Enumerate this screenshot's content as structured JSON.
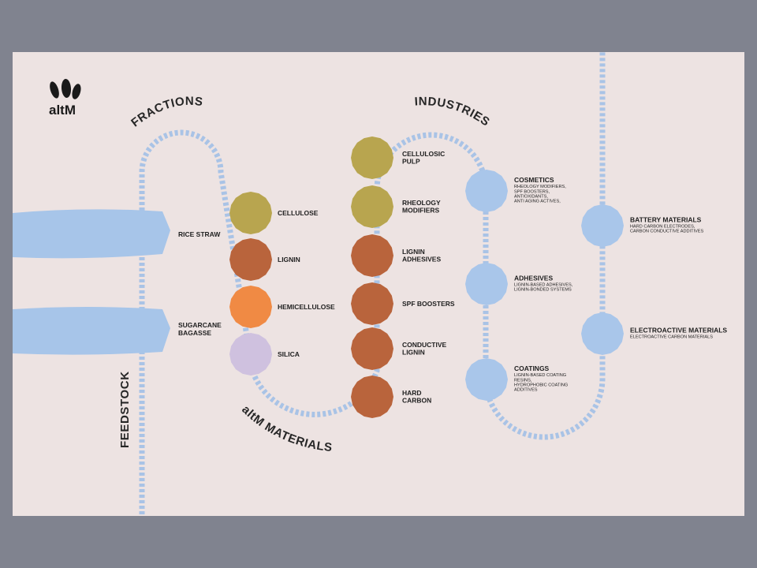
{
  "brand": {
    "name": "altM"
  },
  "colors": {
    "page_background": "#80838f",
    "panel": "#ede3e2",
    "path": "#a9c3e6",
    "feed_band": "#a7c5e9",
    "cellulose": "#b8a54f",
    "lignin": "#b9643c",
    "hemicellulose": "#f08a44",
    "silica": "#cfc1df",
    "industry": "#a9c6ea"
  },
  "section_titles": {
    "feedstock": "FEEDSTOCK",
    "fractions": "FRACTIONS",
    "materials": "altM MATERIALS",
    "industries": "INDUSTRIES"
  },
  "feedstocks": [
    {
      "label": "RICE STRAW"
    },
    {
      "label": "SUGARCANE\nBAGASSE"
    }
  ],
  "fractions": [
    {
      "label": "CELLULOSE",
      "color": "#b8a54f"
    },
    {
      "label": "LIGNIN",
      "color": "#b9643c"
    },
    {
      "label": "HEMICELLULOSE",
      "color": "#f08a44"
    },
    {
      "label": "SILICA",
      "color": "#cfc1df"
    }
  ],
  "materials": [
    {
      "label": "CELLULOSIC\nPULP",
      "color": "#b8a54f"
    },
    {
      "label": "RHEOLOGY\nMODIFIERS",
      "color": "#b8a54f"
    },
    {
      "label": "LIGNIN\nADHESIVES",
      "color": "#b9643c"
    },
    {
      "label": "SPF BOOSTERS",
      "color": "#b9643c"
    },
    {
      "label": "CONDUCTIVE\nLIGNIN",
      "color": "#b9643c"
    },
    {
      "label": "HARD\nCARBON",
      "color": "#b9643c"
    }
  ],
  "industries": [
    {
      "title": "COSMETICS",
      "sub": "RHEOLOGY MODIFIERS,\nSPF BOOSTERS,\nANTIOXIDANTS,\nANTI AGING ACTIVES,"
    },
    {
      "title": "ADHESIVES",
      "sub": "LIGNIN-BASED ADHESIVES,\nLIGNIN-BONDED SYSTEMS"
    },
    {
      "title": "COATINGS",
      "sub": "LIGNIN-BASED COATING\nRESINS,\nHYDROPHOBIC COATING\nADDITIVES"
    },
    {
      "title": "BATTERY MATERIALS",
      "sub": "HARD CARBON ELECTRODES,\nCARBON CONDUCTIVE ADDITIVES"
    },
    {
      "title": "ELECTROACTIVE MATERIALS",
      "sub": "ELECTROACTIVE CARBON MATERIALS"
    }
  ]
}
